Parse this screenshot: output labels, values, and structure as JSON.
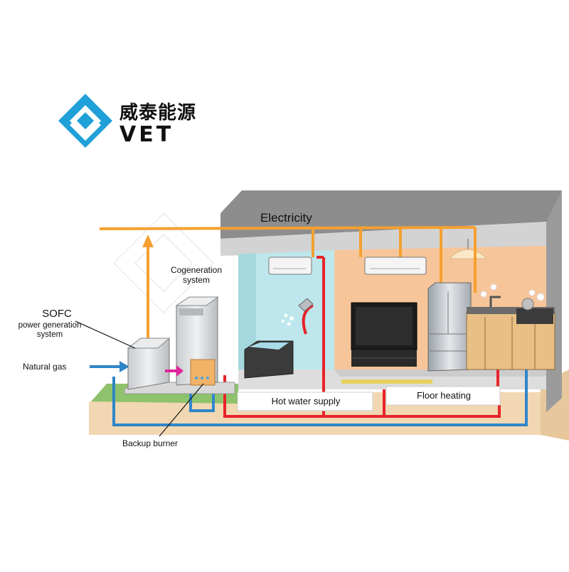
{
  "brand": {
    "name_cn": "威泰能源",
    "name_en": "VET",
    "logo_icon": "vet-diamond-logo-icon",
    "logo_color": "#1fa0d8"
  },
  "labels": {
    "electricity": "Electricity",
    "cogeneration": "Cogeneration\nsystem",
    "sofc_title": "SOFC",
    "sofc_sub": "power generation\nsystem",
    "natural_gas": "Natural gas",
    "backup_burner": "Backup burner",
    "hot_water_supply": "Hot water supply",
    "floor_heating": "Floor heating"
  },
  "colors": {
    "electricity_line": "#f5a030",
    "hot_water_line": "#e8232a",
    "gas_line": "#2f86c8",
    "ground": "#f1d7b2",
    "grass": "#8fc26c",
    "roof": "#8d8d8d",
    "interior_wall": "#f7c59a",
    "bathroom_tile": "#bde7ec",
    "arrow_magenta": "#e0249b"
  },
  "icons": [
    "air-conditioner-icon",
    "shower-icon",
    "bathtub-icon",
    "television-icon",
    "refrigerator-icon",
    "kitchen-counter-icon",
    "faucet-icon",
    "stove-icon",
    "pendant-lamp-icon",
    "sofc-unit-icon",
    "hot-water-tank-icon",
    "backup-burner-icon"
  ]
}
